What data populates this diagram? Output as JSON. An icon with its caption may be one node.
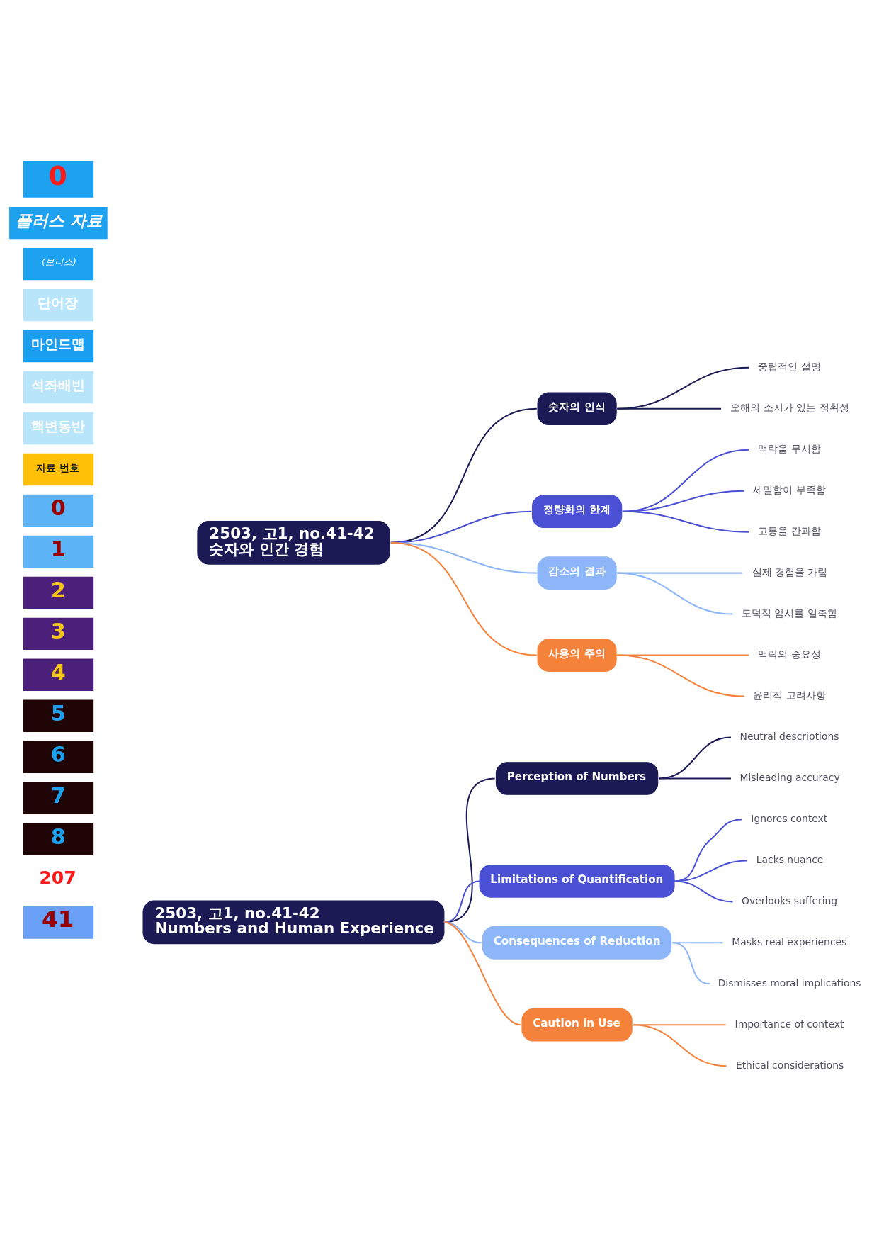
{
  "diagram": {
    "nodes": [
      {
        "text": [
          "2503, 고1, no.41-42",
          "숫자와 인간 경험"
        ]
      },
      {
        "text": [
          "숫자의 인식"
        ]
      },
      {
        "text": [
          "중립적인 설명"
        ]
      },
      {
        "text": [
          "오해의 소지가 있는 정확성"
        ]
      },
      {
        "text": [
          "정량화의 한계"
        ]
      },
      {
        "text": [
          "맥락을 무시함"
        ]
      },
      {
        "text": [
          "세밀함이 부족함"
        ]
      },
      {
        "text": [
          "고통을 간과함"
        ]
      },
      {
        "text": [
          "감소의 결과"
        ]
      },
      {
        "text": [
          "실제 경험을 가림"
        ]
      },
      {
        "text": [
          "도덕적 암시를 일축함"
        ]
      },
      {
        "text": [
          "사용의 주의"
        ]
      },
      {
        "text": [
          "맥락의 중요성"
        ]
      },
      {
        "text": [
          "윤리적 고려사항"
        ]
      },
      {
        "text": [
          "2503, 고1, no.41-42",
          "Numbers and Human Experience"
        ]
      },
      {
        "text": [
          "Perception of Numbers"
        ]
      },
      {
        "text": [
          "Neutral descriptions"
        ]
      },
      {
        "text": [
          "Misleading accuracy"
        ]
      },
      {
        "text": [
          "Limitations of Quantification"
        ]
      },
      {
        "text": [
          "Ignores context"
        ]
      },
      {
        "text": [
          "Lacks nuance"
        ]
      },
      {
        "text": [
          "Overlooks suffering"
        ]
      },
      {
        "text": [
          "Consequences of Reduction"
        ]
      },
      {
        "text": [
          "Masks real experiences"
        ]
      },
      {
        "text": [
          "Dismisses moral implications"
        ]
      },
      {
        "text": [
          "Caution in Use"
        ]
      },
      {
        "text": [
          "Importance of context"
        ]
      },
      {
        "text": [
          "Ethical considerations"
        ]
      }
    ],
    "edges": [
      {
        "from": 0,
        "to": 1,
        "arrow": "none",
        "color": "#1b1a55"
      },
      {
        "from": 1,
        "to": 2,
        "arrow": "none",
        "color": "#1b1a55"
      },
      {
        "from": 1,
        "to": 3,
        "arrow": "none",
        "color": "#1b1a55"
      },
      {
        "from": 0,
        "to": 4,
        "arrow": "none",
        "color": "#4a50d4"
      },
      {
        "from": 4,
        "to": 5,
        "arrow": "none",
        "color": "#4a50d4"
      },
      {
        "from": 4,
        "to": 6,
        "arrow": "none",
        "color": "#4a50d4"
      },
      {
        "from": 4,
        "to": 7,
        "arrow": "none",
        "color": "#4a50d4"
      },
      {
        "from": 0,
        "to": 8,
        "arrow": "none",
        "color": "#8db6f9"
      },
      {
        "from": 8,
        "to": 9,
        "arrow": "none",
        "color": "#8db6f9"
      },
      {
        "from": 8,
        "to": 10,
        "arrow": "none",
        "color": "#8db6f9"
      },
      {
        "from": 0,
        "to": 11,
        "arrow": "none",
        "color": "#f5823b"
      },
      {
        "from": 11,
        "to": 12,
        "arrow": "none",
        "color": "#f5823b"
      },
      {
        "from": 11,
        "to": 13,
        "arrow": "none",
        "color": "#f5823b"
      },
      {
        "from": 14,
        "to": 15,
        "arrow": "none",
        "color": "#1b1a55"
      },
      {
        "from": 15,
        "to": 16,
        "arrow": "none",
        "color": "#1b1a55"
      },
      {
        "from": 15,
        "to": 17,
        "arrow": "none",
        "color": "#1b1a55"
      },
      {
        "from": 14,
        "to": 18,
        "arrow": "none",
        "color": "#4a50d4"
      },
      {
        "from": 18,
        "to": 19,
        "arrow": "none",
        "color": "#4a50d4"
      },
      {
        "from": 18,
        "to": 20,
        "arrow": "none",
        "color": "#4a50d4"
      },
      {
        "from": 18,
        "to": 21,
        "arrow": "none",
        "color": "#4a50d4"
      },
      {
        "from": 14,
        "to": 22,
        "arrow": "none",
        "color": "#8db6f9"
      },
      {
        "from": 22,
        "to": 23,
        "arrow": "none",
        "color": "#8db6f9"
      },
      {
        "from": 22,
        "to": 24,
        "arrow": "none",
        "color": "#8db6f9"
      },
      {
        "from": 14,
        "to": 25,
        "arrow": "none",
        "color": "#f5823b"
      },
      {
        "from": 25,
        "to": 26,
        "arrow": "none",
        "color": "#f5823b"
      },
      {
        "from": 25,
        "to": 27,
        "arrow": "none",
        "color": "#f5823b"
      }
    ],
    "labels": [
      "0",
      "플러스 자료",
      "(보너스)",
      "단어장",
      "마인드맵",
      "석좌배빈",
      "핵변동반",
      "자료 번호",
      "0",
      "1",
      "2",
      "3",
      "4",
      "5",
      "6",
      "7",
      "8",
      "207",
      "41"
    ]
  }
}
